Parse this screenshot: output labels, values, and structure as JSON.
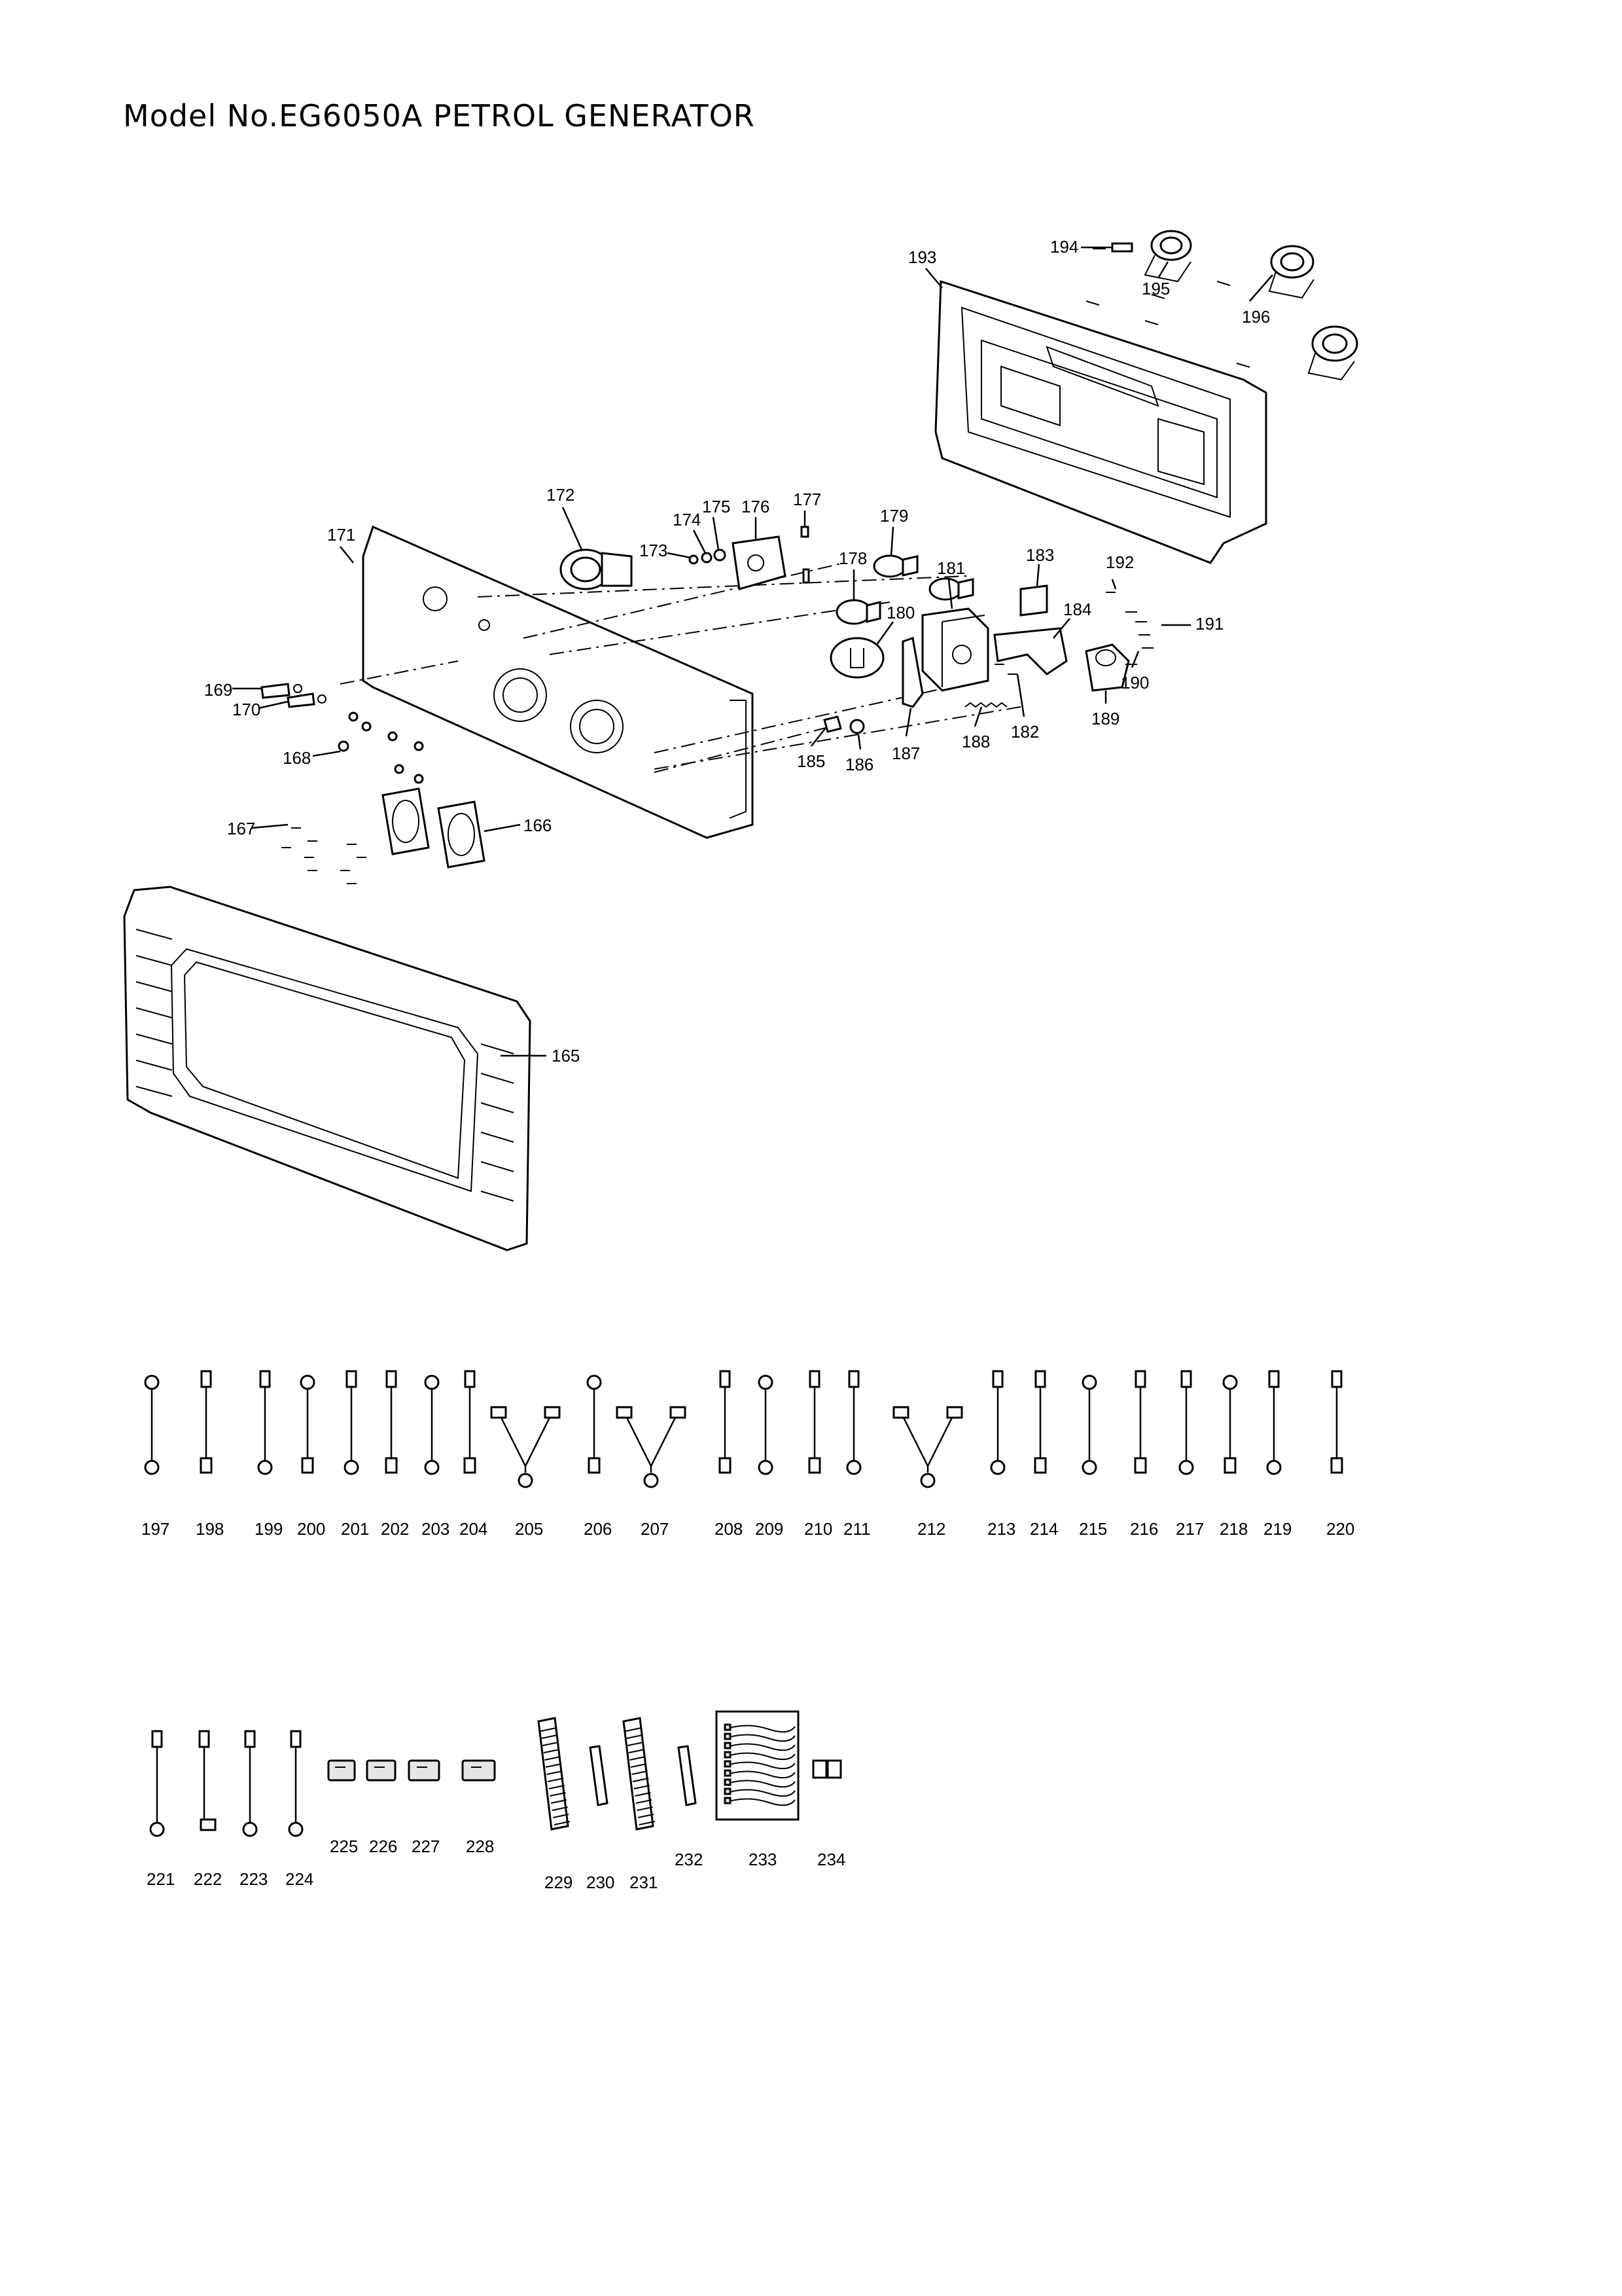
{
  "title": "Model No.EG6050A PETROL GENERATOR",
  "callouts": {
    "165": "165",
    "166": "166",
    "167": "167",
    "168": "168",
    "169": "169",
    "170": "170",
    "171": "171",
    "172": "172",
    "173": "173",
    "174": "174",
    "175": "175",
    "176": "176",
    "177": "177",
    "178": "178",
    "179": "179",
    "180": "180",
    "181": "181",
    "182": "182",
    "183": "183",
    "184": "184",
    "185": "185",
    "186": "186",
    "187": "187",
    "188": "188",
    "189": "189",
    "190": "190",
    "191": "191",
    "192": "192",
    "193": "193",
    "194": "194",
    "195": "195",
    "196": "196"
  },
  "wires_row1": [
    "197",
    "198",
    "199",
    "200",
    "201",
    "202",
    "203",
    "204",
    "205",
    "206",
    "207",
    "208",
    "209",
    "210",
    "211",
    "212",
    "213",
    "214",
    "215",
    "216",
    "217",
    "218",
    "219",
    "220"
  ],
  "wires_row2": [
    "221",
    "222",
    "223",
    "224",
    "225",
    "226",
    "227",
    "228",
    "229",
    "230",
    "231",
    "232",
    "233",
    "234"
  ]
}
